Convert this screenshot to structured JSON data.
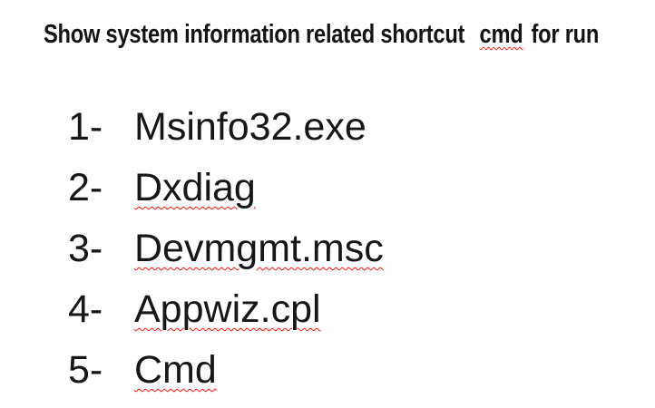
{
  "page": {
    "background_color": "#ffffff",
    "text_color": "#171717",
    "squiggle_color": "#ff1405"
  },
  "title": {
    "prefix": "Show system information related shortcut",
    "misspelled_word": "cmd",
    "suffix": "for run"
  },
  "list": {
    "items": [
      {
        "number": "1-",
        "label": "Msinfo32.exe",
        "misspelled": false
      },
      {
        "number": "2-",
        "label": "Dxdiag",
        "misspelled": true
      },
      {
        "number": "3-",
        "label": "Devmgmt.msc",
        "misspelled": true
      },
      {
        "number": "4-",
        "label": "Appwiz.cpl",
        "misspelled": true
      },
      {
        "number": "5-",
        "label": "Cmd",
        "misspelled": true
      }
    ]
  }
}
